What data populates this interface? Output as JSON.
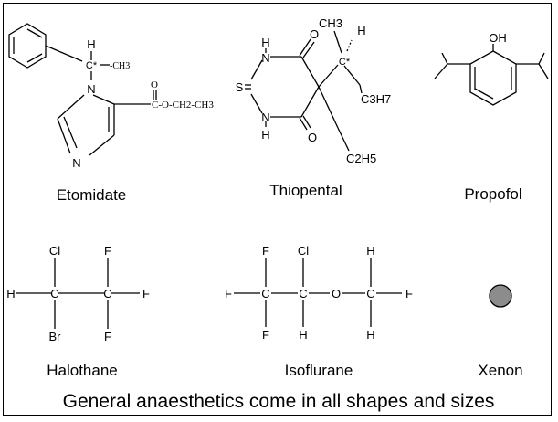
{
  "molecules": {
    "etomidate": {
      "name": "Etomidate",
      "atoms": {
        "h": "H",
        "c_star": "C*",
        "ch3": "-CH3",
        "n1": "N",
        "n2": "N",
        "o": "O",
        "ester": "C-O-CH2-CH3"
      }
    },
    "thiopental": {
      "name": "Thiopental",
      "atoms": {
        "h_top": "H",
        "n_top": "N",
        "o_top": "O",
        "s": "S",
        "n_bot": "N",
        "h_bot": "H",
        "o_bot": "O",
        "ch3": "CH3",
        "h_right": "H",
        "c_star": "C*",
        "c3h7": "C3H7",
        "c2h5": "C2H5"
      }
    },
    "propofol": {
      "name": "Propofol",
      "atoms": {
        "oh": "OH"
      }
    },
    "halothane": {
      "name": "Halothane",
      "atoms": {
        "cl": "Cl",
        "f_top": "F",
        "h": "H",
        "c1": "C",
        "c2": "C",
        "f_right": "F",
        "br": "Br",
        "f_bot": "F"
      }
    },
    "isoflurane": {
      "name": "Isoflurane",
      "atoms": {
        "f_top1": "F",
        "cl": "Cl",
        "h_top": "H",
        "f_left": "F",
        "c1": "C",
        "c2": "C",
        "o": "O",
        "c3": "C",
        "f_right": "F",
        "f_bot1": "F",
        "h_bot2": "H",
        "h_bot3": "H"
      }
    },
    "xenon": {
      "name": "Xenon"
    }
  },
  "caption": "General anaesthetics come in all shapes and sizes",
  "colors": {
    "xenon_fill": "#8c8c8c",
    "line": "#000000"
  }
}
